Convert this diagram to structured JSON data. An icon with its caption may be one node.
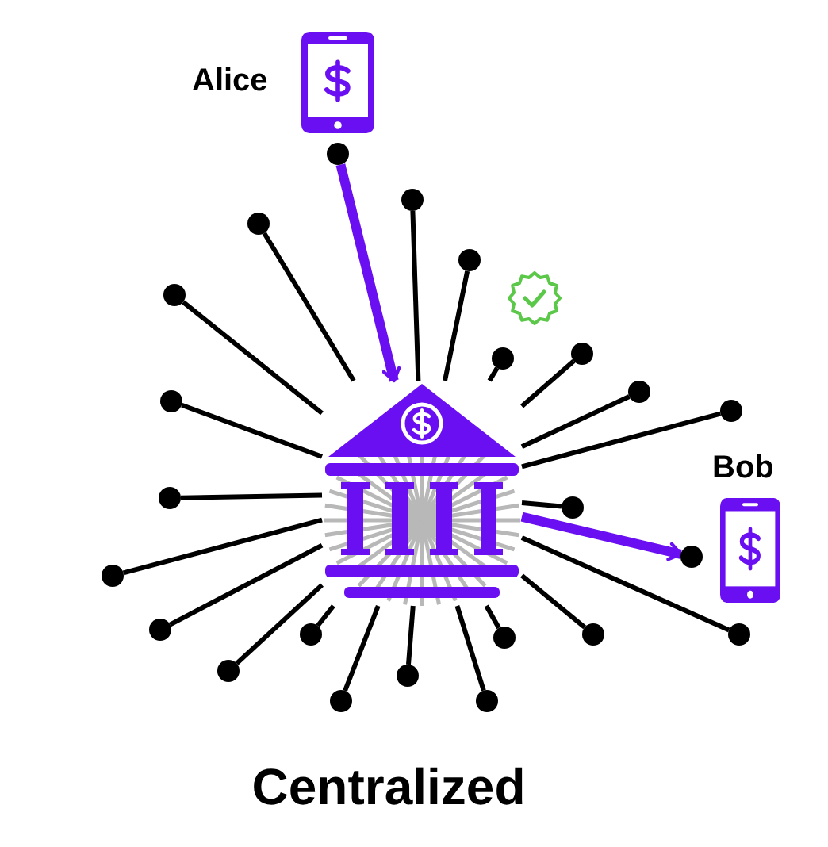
{
  "diagram": {
    "title": "Centralized",
    "nodes": [
      {
        "text": [],
        "shape": "phone",
        "beside": [
          "Alice"
        ]
      },
      {
        "text": [],
        "shape": "circle"
      },
      {
        "text": [],
        "shape": "bank"
      },
      {
        "text": [],
        "shape": "phone",
        "beside": [
          "Bob"
        ]
      },
      {
        "text": [],
        "shape": "circle"
      },
      {
        "text": [],
        "shape": "circle"
      },
      {
        "text": [],
        "shape": "circle"
      },
      {
        "text": [],
        "shape": "circle"
      },
      {
        "text": [],
        "shape": "circle"
      },
      {
        "text": [],
        "shape": "circle"
      },
      {
        "text": [],
        "shape": "circle"
      },
      {
        "text": [],
        "shape": "circle"
      },
      {
        "text": [],
        "shape": "circle"
      },
      {
        "text": [],
        "shape": "circle"
      },
      {
        "text": [],
        "shape": "circle"
      },
      {
        "text": [],
        "shape": "circle"
      },
      {
        "text": [],
        "shape": "circle"
      },
      {
        "text": [],
        "shape": "circle"
      },
      {
        "text": [],
        "shape": "circle"
      },
      {
        "text": [],
        "shape": "circle"
      },
      {
        "text": [],
        "shape": "circle"
      },
      {
        "text": [],
        "shape": "circle"
      },
      {
        "text": [],
        "shape": "circle"
      },
      {
        "text": [],
        "shape": "circle"
      },
      {
        "text": [],
        "shape": "circle"
      },
      {
        "text": [],
        "shape": "circle"
      }
    ],
    "edges": [
      {
        "from": 1,
        "to": 2,
        "arrow": "to",
        "style": "thick",
        "color": "#6a0ff2"
      },
      {
        "from": 2,
        "to": 4,
        "arrow": "to",
        "style": "thick",
        "color": "#6a0ff2"
      },
      {
        "from": 2,
        "to": 5,
        "arrow": "none"
      },
      {
        "from": 2,
        "to": 6,
        "arrow": "none"
      },
      {
        "from": 2,
        "to": 7,
        "arrow": "none"
      },
      {
        "from": 2,
        "to": 8,
        "arrow": "none"
      },
      {
        "from": 2,
        "to": 9,
        "arrow": "none"
      },
      {
        "from": 2,
        "to": 10,
        "arrow": "none"
      },
      {
        "from": 2,
        "to": 11,
        "arrow": "none"
      },
      {
        "from": 2,
        "to": 12,
        "arrow": "none"
      },
      {
        "from": 2,
        "to": 13,
        "arrow": "none"
      },
      {
        "from": 2,
        "to": 14,
        "arrow": "none"
      },
      {
        "from": 2,
        "to": 15,
        "arrow": "none"
      },
      {
        "from": 2,
        "to": 16,
        "arrow": "none"
      },
      {
        "from": 2,
        "to": 17,
        "arrow": "none"
      },
      {
        "from": 2,
        "to": 18,
        "arrow": "none"
      },
      {
        "from": 2,
        "to": 19,
        "arrow": "none"
      },
      {
        "from": 2,
        "to": 20,
        "arrow": "none"
      },
      {
        "from": 2,
        "to": 21,
        "arrow": "none"
      },
      {
        "from": 2,
        "to": 22,
        "arrow": "none"
      },
      {
        "from": 2,
        "to": 23,
        "arrow": "none"
      },
      {
        "from": 2,
        "to": 24,
        "arrow": "none"
      },
      {
        "from": 2,
        "to": 25,
        "arrow": "none"
      }
    ]
  }
}
